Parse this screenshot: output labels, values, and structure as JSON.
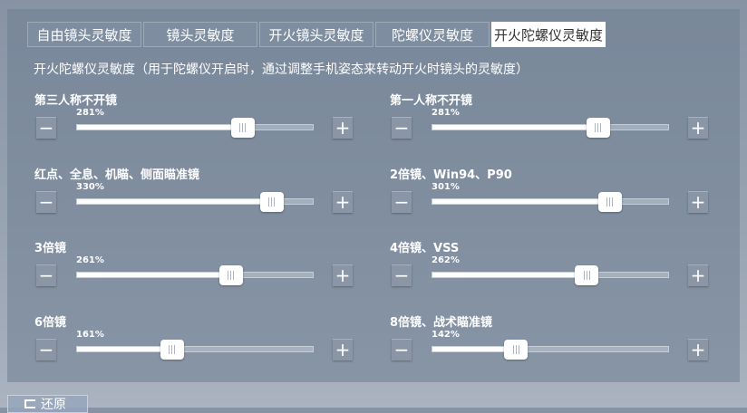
{
  "tabs": [
    {
      "label": "自由镜头灵敏度",
      "active": false
    },
    {
      "label": "镜头灵敏度",
      "active": false
    },
    {
      "label": "开火镜头灵敏度",
      "active": false
    },
    {
      "label": "陀螺仪灵敏度",
      "active": false
    },
    {
      "label": "开火陀螺仪灵敏度",
      "active": true
    }
  ],
  "description": "开火陀螺仪灵敏度（用于陀螺仪开启时，通过调整手机姿态来转动开火时镜头的灵敏度）",
  "sliders": [
    {
      "label": "第三人称不开镜",
      "value_text": "281%",
      "value": 281
    },
    {
      "label": "第一人称不开镜",
      "value_text": "281%",
      "value": 281
    },
    {
      "label": "红点、全息、机瞄、侧面瞄准镜",
      "value_text": "330%",
      "value": 330
    },
    {
      "label": "2倍镜、Win94、P90",
      "value_text": "301%",
      "value": 301
    },
    {
      "label": "3倍镜",
      "value_text": "261%",
      "value": 261
    },
    {
      "label": "4倍镜、VSS",
      "value_text": "262%",
      "value": 262
    },
    {
      "label": "6倍镜",
      "value_text": "161%",
      "value": 161
    },
    {
      "label": "8倍镜、战术瞄准镜",
      "value_text": "142%",
      "value": 142
    }
  ],
  "slider_max": 400,
  "minus_label": "−",
  "plus_label": "+",
  "reset_label": "还原"
}
